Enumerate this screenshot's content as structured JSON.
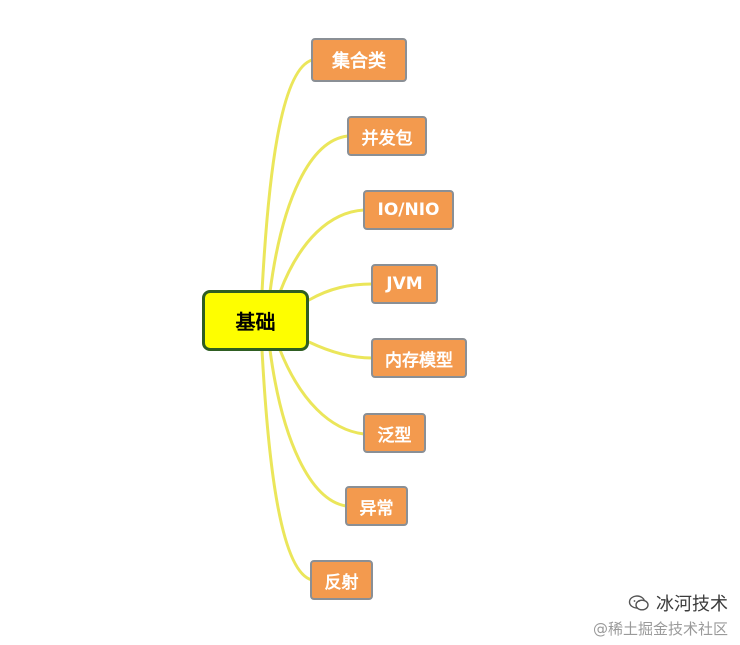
{
  "root": {
    "label": "基础"
  },
  "children": [
    {
      "label": "集合类"
    },
    {
      "label": "并发包"
    },
    {
      "label": "IO/NIO"
    },
    {
      "label": "JVM"
    },
    {
      "label": "内存模型"
    },
    {
      "label": "泛型"
    },
    {
      "label": "异常"
    },
    {
      "label": "反射"
    }
  ],
  "colors": {
    "root_fill": "#fefe00",
    "root_border": "#2f5e22",
    "child_fill": "#f39a4e",
    "child_border": "#8a8f95",
    "connector": "#ebe65a"
  },
  "watermark": {
    "channel": "冰河技术",
    "site": "@稀土掘金技术社区",
    "icon": "wechat-icon"
  }
}
